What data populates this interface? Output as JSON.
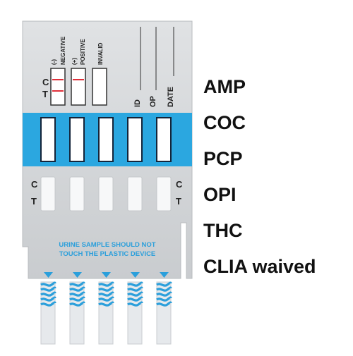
{
  "device": {
    "key_labels": {
      "negative": "NEGATIVE",
      "negative_sign": "(-)",
      "positive": "POSITIVE",
      "positive_sign": "(+)",
      "invalid": "INVALID"
    },
    "markers": {
      "c": "C",
      "t": "T"
    },
    "fields": {
      "id": "ID",
      "op": "OP",
      "date": "DATE"
    },
    "warning": {
      "line1": "URINE SAMPLE SHOULD NOT",
      "line2": "TOUCH THE PLASTIC DEVICE"
    },
    "colors": {
      "body": "#d3d6d8",
      "band": "#2ba7e0",
      "text_blue": "#2b9fdb",
      "line_red": "#e0303a"
    }
  },
  "drug_panels": [
    "AMP",
    "COC",
    "PCP",
    "OPI",
    "THC"
  ],
  "certification": "CLIA waived"
}
